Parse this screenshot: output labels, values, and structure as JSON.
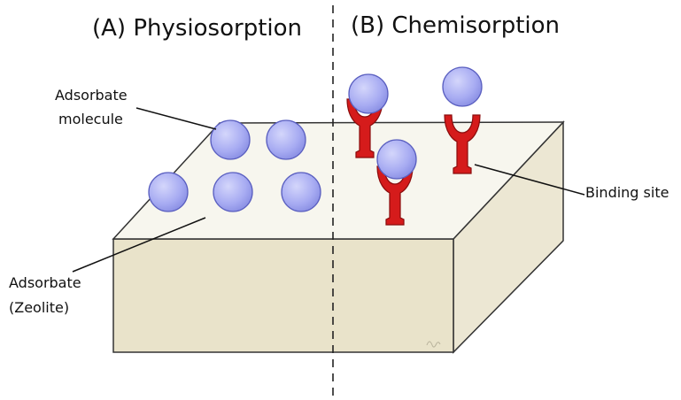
{
  "titles": {
    "physio": "(A) Physiosorption",
    "chemi": "(B) Chemisorption"
  },
  "labels": {
    "molecule_line1": "Adsorbate",
    "molecule_line2": "molecule",
    "zeolite_line1": "Adsorbate",
    "zeolite_line2": "(Zeolite)",
    "binding_site": "Binding site"
  },
  "colors": {
    "molecule_fill": "#a7abf2",
    "molecule_stroke": "#5a5fc0",
    "binding_site": "#d51b1b",
    "block_top": "#f7f6ee",
    "block_side": "#ece7d3",
    "block_front": "#e9e3ca",
    "outline": "#333333"
  },
  "icons": {
    "molecule": "sphere-icon",
    "binding_site": "y-shaped-receptor-icon"
  }
}
